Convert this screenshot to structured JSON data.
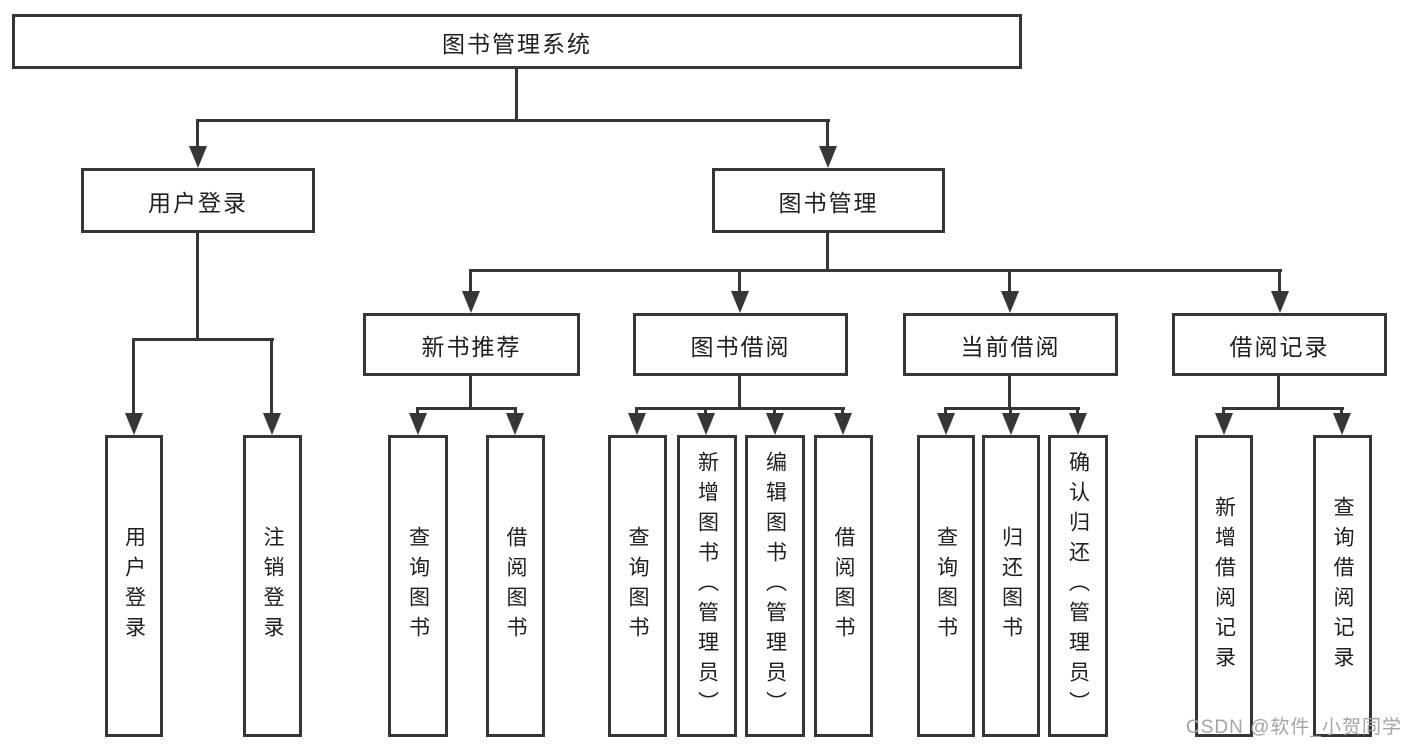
{
  "colors": {
    "background": "#ffffff",
    "line": "#363636",
    "box_border": "#363636",
    "text": "#1f1f1f",
    "watermark": "#a5a5a5"
  },
  "tree": {
    "root": "图书管理系统",
    "branches": [
      {
        "label": "用户登录",
        "children": [
          "用户登录",
          "注销登录"
        ]
      },
      {
        "label": "图书管理",
        "groups": [
          {
            "label": "新书推荐",
            "children": [
              "查询图书",
              "借阅图书"
            ]
          },
          {
            "label": "图书借阅",
            "children": [
              "查询图书",
              "新增图书（管理员）",
              "编辑图书（管理员）",
              "借阅图书"
            ]
          },
          {
            "label": "当前借阅",
            "children": [
              "查询图书",
              "归还图书",
              "确认归还（管理员）"
            ]
          },
          {
            "label": "借阅记录",
            "children": [
              "新增借阅记录",
              "查询借阅记录"
            ]
          }
        ]
      }
    ]
  },
  "watermark": {
    "text": "CSDN @软件_小贺同学"
  }
}
